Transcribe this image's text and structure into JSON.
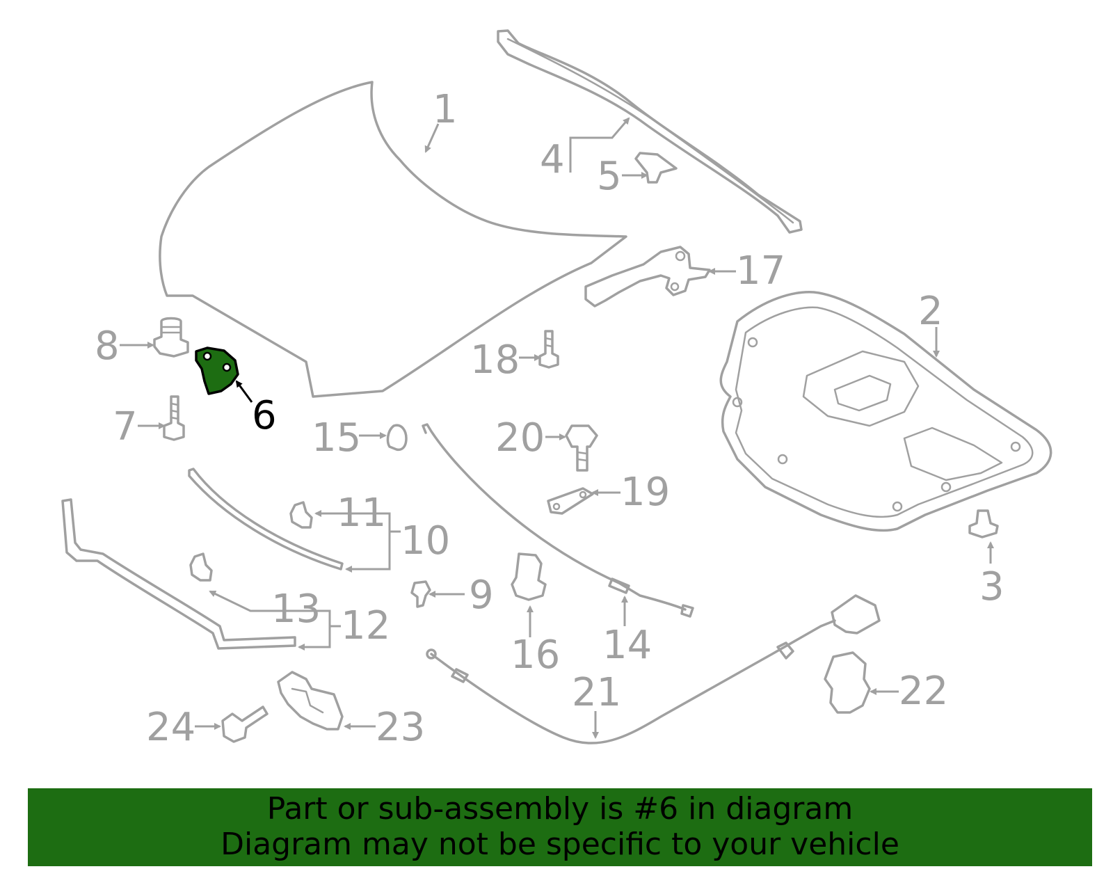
{
  "diagram": {
    "highlighted_part": "6",
    "callouts": [
      "1",
      "2",
      "3",
      "4",
      "5",
      "6",
      "7",
      "8",
      "9",
      "10",
      "11",
      "12",
      "13",
      "14",
      "15",
      "16",
      "17",
      "18",
      "19",
      "20",
      "21",
      "22",
      "23",
      "24"
    ]
  },
  "footer": {
    "line1": "Part or sub-assembly is #6 in diagram",
    "line2": "Diagram may not be specific to your vehicle",
    "background": "#1d6d12"
  },
  "colors": {
    "part_stroke": "#a0a0a0",
    "highlight_fill": "#1d6d12",
    "highlight_label": "#000000"
  }
}
